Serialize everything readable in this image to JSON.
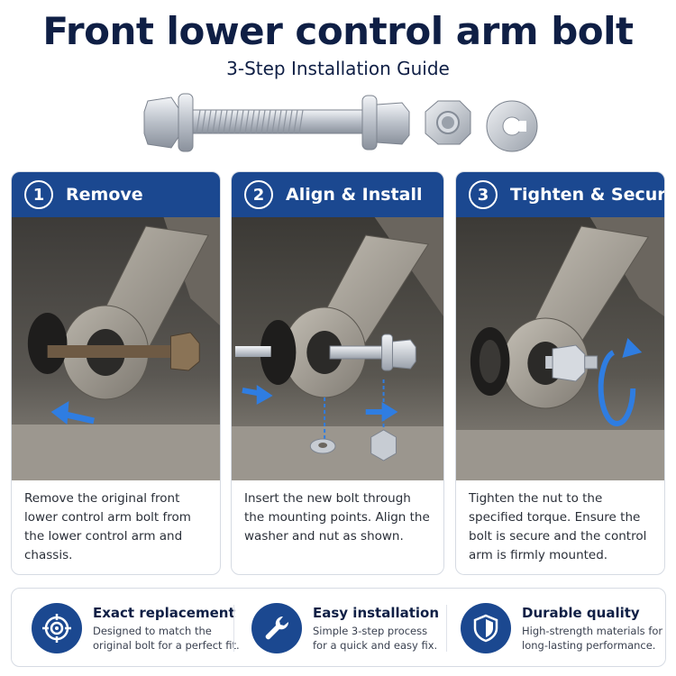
{
  "header": {
    "title": "Front lower control arm bolt",
    "subtitle": "3-Step Installation Guide"
  },
  "steps": [
    {
      "number": "1",
      "title": "Remove",
      "text": "Remove the original front lower control arm bolt from the lower control arm and chassis."
    },
    {
      "number": "2",
      "title": "Align & Install",
      "text": "Insert the new bolt through the mounting points. Align the washer and nut as shown."
    },
    {
      "number": "3",
      "title": "Tighten & Secure",
      "text": "Tighten the nut to the specified torque. Ensure the bolt is secure and the control arm is firmly mounted."
    }
  ],
  "features": [
    {
      "icon": "target-icon",
      "title": "Exact replacement",
      "desc_line1": "Designed to match the",
      "desc_line2": "original bolt for a perfect fit."
    },
    {
      "icon": "wrench-icon",
      "title": "Easy installation",
      "desc_line1": "Simple 3-step process",
      "desc_line2": "for a quick and easy fix."
    },
    {
      "icon": "shield-icon",
      "title": "Durable quality",
      "desc_line1": "High-strength materials for",
      "desc_line2": "long-lasting performance."
    }
  ],
  "colors": {
    "navy": "#1b4890",
    "title_navy": "#0f1f45",
    "arrow_blue": "#2f7de1"
  }
}
